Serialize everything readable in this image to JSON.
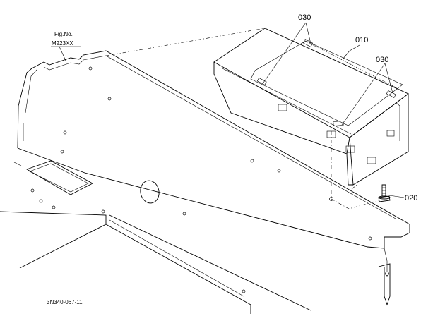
{
  "figure": {
    "fig_no_label": "Fig.No.",
    "fig_no_value": "M223XX",
    "drawing_code": "3N340-067-11"
  },
  "callouts": {
    "part_030_top": "030",
    "part_010": "010",
    "part_030_right": "030",
    "part_020": "020"
  }
}
